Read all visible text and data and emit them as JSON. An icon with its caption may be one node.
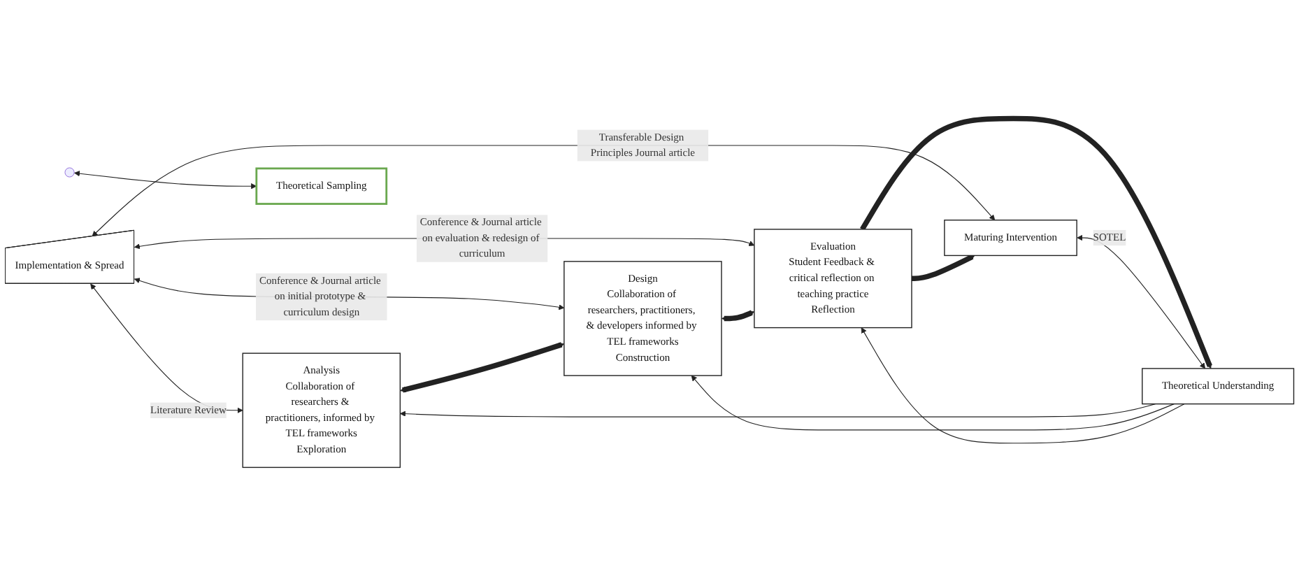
{
  "diagram": {
    "nodes": [
      {
        "text": [
          "Implementation & Spread"
        ]
      },
      {
        "text": [
          "Analysis",
          "Collaboration of researchers & practitioners, informed by TEL frameworks",
          "Exploration"
        ]
      },
      {
        "text": [
          "Design",
          "Collaboration of researchers, practitioners, & developers informed by TEL frameworks",
          "Construction"
        ]
      },
      {
        "text": [
          "Evaluation",
          "Student Feedback & critical reflection on teaching practice",
          "Reflection"
        ]
      },
      {
        "text": [
          "Maturing Intervention"
        ]
      },
      {
        "text": [
          "Theoretical Understanding"
        ]
      },
      {
        "text": [
          "Theoretical Sampling"
        ]
      }
    ],
    "edges": [
      {
        "from": 0,
        "to": 1,
        "arrow": "both",
        "label": "Literature Review"
      },
      {
        "from": 0,
        "to": 2,
        "arrow": "both",
        "label": "Conference & Journal article on initial prototype & curriculum design"
      },
      {
        "from": 0,
        "to": 3,
        "arrow": "both",
        "label": "Conference & Journal article on evaluation & redesign of curriculum"
      },
      {
        "from": 0,
        "to": 4,
        "arrow": "both",
        "label": "Transferable Design Principles Journal article"
      },
      {
        "from": 1,
        "to": 2,
        "arrow": "both",
        "style": "thick"
      },
      {
        "from": 2,
        "to": 3,
        "arrow": "both",
        "style": "thick"
      },
      {
        "from": 3,
        "to": 4,
        "arrow": "to",
        "style": "thick"
      },
      {
        "from": 3,
        "to": 5,
        "arrow": "to",
        "style": "thick"
      },
      {
        "from": 4,
        "to": 5,
        "arrow": "both",
        "label": "SOTEL"
      },
      {
        "from": 5,
        "to": 1,
        "arrow": "to"
      },
      {
        "from": 5,
        "to": 2,
        "arrow": "to"
      },
      {
        "from": 5,
        "to": 3,
        "arrow": "to"
      },
      {
        "from": null,
        "to": 6,
        "arrow": "both"
      }
    ]
  }
}
